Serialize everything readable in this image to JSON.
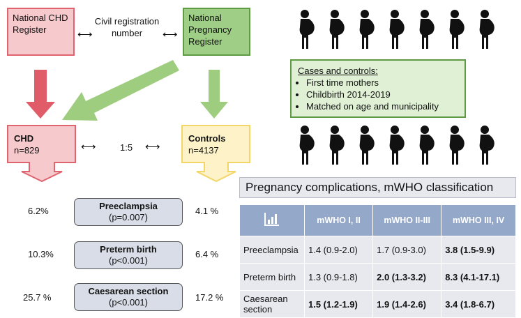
{
  "registers": {
    "chd": "National CHD Register",
    "pregnancy": "National Pregnancy Register",
    "link_label": "Civil registration number"
  },
  "cases_controls": {
    "title": "Cases and controls:",
    "items": [
      "First time mothers",
      "Childbirth 2014-2019",
      "Matched on age and municipality"
    ]
  },
  "groups": {
    "chd": {
      "title": "CHD",
      "n": "n=829"
    },
    "controls": {
      "title": "Controls",
      "n": "n=4137"
    },
    "ratio": "1:5"
  },
  "complications": [
    {
      "name": "Preeclampsia",
      "p": "(p=0.007)",
      "chd": "6.2%",
      "controls": "4.1 %"
    },
    {
      "name": "Preterm birth",
      "p": "(p<0.001)",
      "chd": "10.3%",
      "controls": "6.4 %"
    },
    {
      "name": "Caesarean section",
      "p": "(p<0.001)",
      "chd": "25.7 %",
      "controls": "17.2 %"
    }
  ],
  "table": {
    "title": "Pregnancy complications, mWHO classification",
    "headers": [
      "mWHO I, II",
      "mWHO II-III",
      "mWHO III, IV"
    ],
    "rows": [
      {
        "label": "Preeclampsia",
        "cells": [
          "1.4 (0.9-2.0)",
          "1.7 (0.9-3.0)",
          "3.8 (1.5-9.9)"
        ]
      },
      {
        "label": "Preterm birth",
        "cells": [
          "1.3 (0.9-1.8)",
          "2.0 (1.3-3.2)",
          "8.3 (4.1-17.1)"
        ]
      },
      {
        "label": "Caesarean section",
        "cells": [
          "1.5 (1.2-1.9)",
          "1.9 (1.4-2.6)",
          "3.4 (1.8-6.7)"
        ]
      }
    ]
  },
  "colors": {
    "chd_fill": "#f6c9cd",
    "chd_stroke": "#e06470",
    "preg_fill": "#9fcf86",
    "preg_stroke": "#5f9a45",
    "controls_fill": "#fdf2c8",
    "controls_stroke": "#f2d666",
    "table_header": "#94a8c9"
  },
  "icons": {
    "people": "pregnant-woman-icon",
    "chart": "bar-chart-icon"
  }
}
